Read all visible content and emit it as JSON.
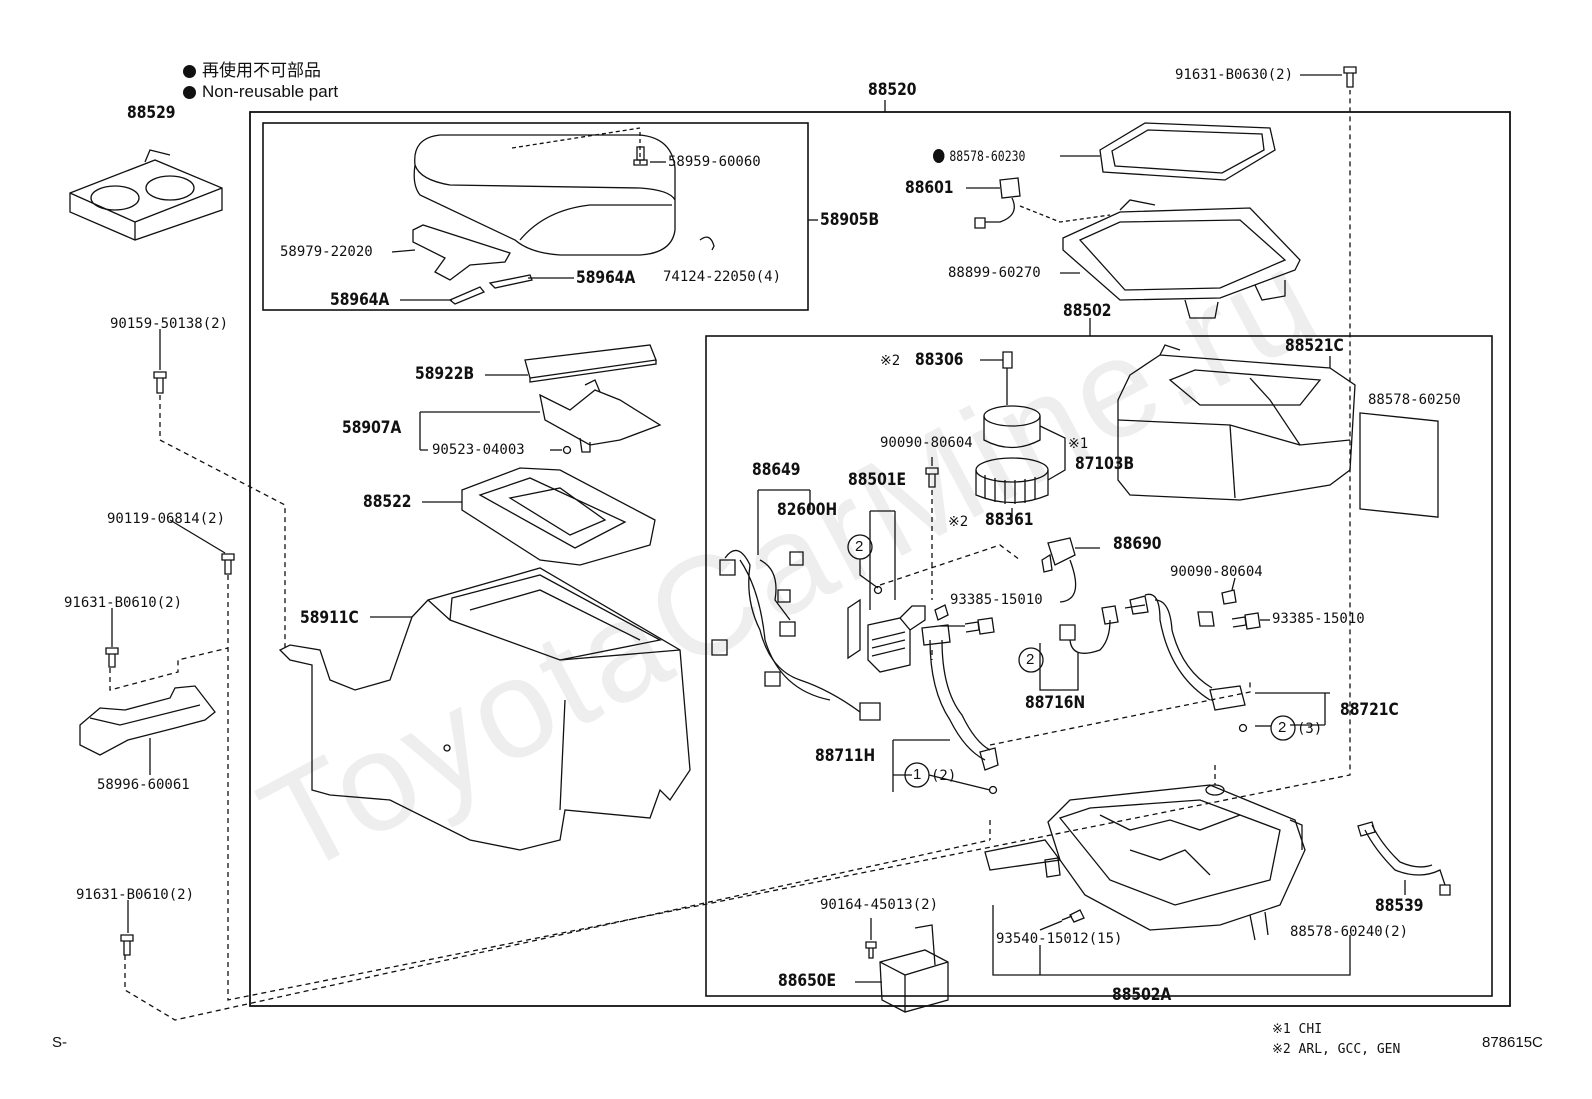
{
  "watermark": "ToyotaCarMine.ru",
  "legend": {
    "jp": "再使用不可部品",
    "en": "Non-reusable part"
  },
  "notes": {
    "n1": "※1 CHI",
    "n2": "※2 ARL, GCC, GEN"
  },
  "corner_left": "S-",
  "figure_id": "878615C",
  "parts": {
    "p88529": "88529",
    "p88520": "88520",
    "p91631_b0630": "91631-B0630(2)",
    "p58959": "58959-60060",
    "p58905b": "58905B",
    "p58979": "58979-22020",
    "p58964a_r": "58964A",
    "p74124": "74124-22050(4)",
    "p58964a_l": "58964A",
    "p90159": "90159-50138(2)",
    "p58922b": "58922B",
    "p58907a": "58907A",
    "p90523": "90523-04003",
    "p88522": "88522",
    "p90119": "90119-06814(2)",
    "p91631_b0610_a": "91631-B0610(2)",
    "p58911c": "58911C",
    "p58996": "58996-60061",
    "p91631_b0610_b": "91631-B0610(2)",
    "p88578_60230": "88578-60230",
    "p88601": "88601",
    "p88899": "88899-60270",
    "p88502": "88502",
    "p88306": "88306",
    "p88306_mark": "※2",
    "p88521c": "88521C",
    "p88578_60250": "88578-60250",
    "p90090_a": "90090-80604",
    "p87103b_mark": "※1",
    "p87103b": "87103B",
    "p88649": "88649",
    "p88501e": "88501E",
    "p82600h": "82600H",
    "p88361_mark": "※2",
    "p88361": "88361",
    "p88690": "88690",
    "p90090_b": "90090-80604",
    "p93385_a": "93385-15010",
    "p93385_b": "93385-15010",
    "p88716n": "88716N",
    "p88721c": "88721C",
    "p88721c_qty": "(3)",
    "p88711h": "88711H",
    "p88711h_qty": "(2)",
    "p90164": "90164-45013(2)",
    "p93540": "93540-15012(15)",
    "p88578_60240": "88578-60240(2)",
    "p88539": "88539",
    "p88650e": "88650E",
    "p88502a": "88502A",
    "circ1": "1",
    "circ2": "2"
  }
}
